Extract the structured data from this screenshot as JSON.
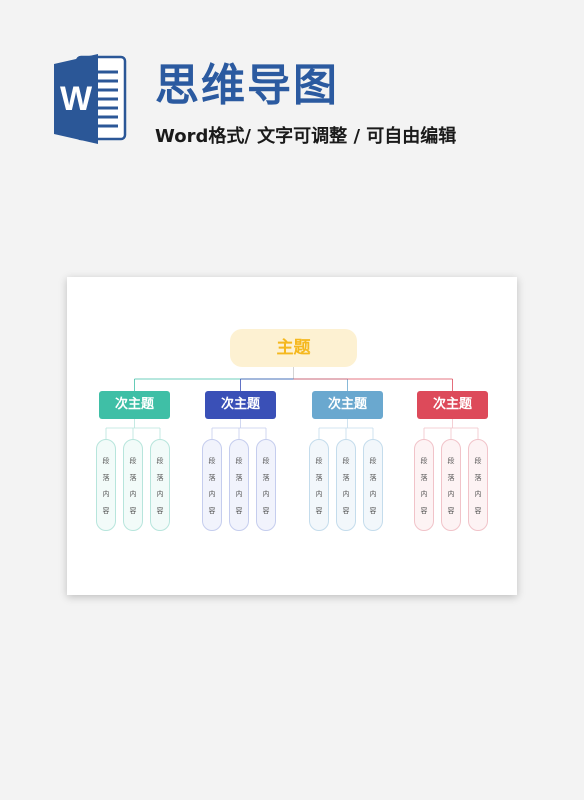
{
  "header": {
    "icon": "word-document-icon",
    "icon_letter": "W",
    "title": "思维导图",
    "subtitle": "Word格式/ 文字可调整 / 可自由编辑"
  },
  "mindmap": {
    "main_topic": "主题",
    "main_color": "#fdf1d2",
    "main_text_color": "#f5b81e",
    "branches": [
      {
        "label": "次主题",
        "color": "#3fbfa6",
        "leaf_bg": "#f2fbf9",
        "leaf_border": "#b7e5dc",
        "leaves": [
          {
            "chars": [
              "段",
              "落",
              "内",
              "容"
            ]
          },
          {
            "chars": [
              "段",
              "落",
              "内",
              "容"
            ]
          },
          {
            "chars": [
              "段",
              "落",
              "内",
              "容"
            ]
          }
        ]
      },
      {
        "label": "次主题",
        "color": "#3a50b7",
        "leaf_bg": "#f1f3fc",
        "leaf_border": "#c5cdee",
        "leaves": [
          {
            "chars": [
              "段",
              "落",
              "内",
              "容"
            ]
          },
          {
            "chars": [
              "段",
              "落",
              "内",
              "容"
            ]
          },
          {
            "chars": [
              "段",
              "落",
              "内",
              "容"
            ]
          }
        ]
      },
      {
        "label": "次主题",
        "color": "#6aa8cf",
        "leaf_bg": "#f2f7fb",
        "leaf_border": "#c4dcec",
        "leaves": [
          {
            "chars": [
              "段",
              "落",
              "内",
              "容"
            ]
          },
          {
            "chars": [
              "段",
              "落",
              "内",
              "容"
            ]
          },
          {
            "chars": [
              "段",
              "落",
              "内",
              "容"
            ]
          }
        ]
      },
      {
        "label": "次主题",
        "color": "#dd4a5a",
        "leaf_bg": "#fdf3f4",
        "leaf_border": "#f1c3c9",
        "leaves": [
          {
            "chars": [
              "段",
              "落",
              "内",
              "容"
            ]
          },
          {
            "chars": [
              "段",
              "落",
              "内",
              "容"
            ]
          },
          {
            "chars": [
              "段",
              "落",
              "内",
              "容"
            ]
          }
        ]
      }
    ]
  }
}
